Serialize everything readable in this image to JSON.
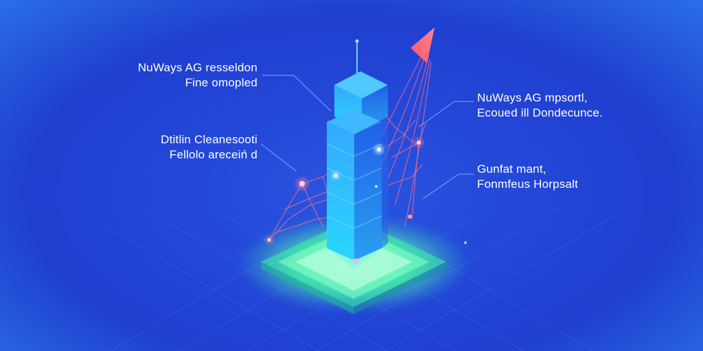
{
  "labels": {
    "top_left": {
      "line1": "NuWays AG resseldon",
      "line2": "Fine omopled"
    },
    "mid_left": {
      "line1": "Dtitlin Cleanesooti",
      "line2": "Fellolo areceiń d"
    },
    "top_right": {
      "line1": "NuWays AG mpsortl,",
      "line2": "Ecoued ill Dondecunce."
    },
    "mid_right": {
      "line1": "Gunfat mant,",
      "line2": "Fonmfeus Horpsalt"
    }
  },
  "colors": {
    "background": "#2347d8",
    "tower": "#2b8cff",
    "platform_glow": "#5dffb0",
    "arrow": "#ff6b7e",
    "node": "#ff8aa0"
  },
  "icons": {
    "trend": "arrow-up-right-icon"
  }
}
